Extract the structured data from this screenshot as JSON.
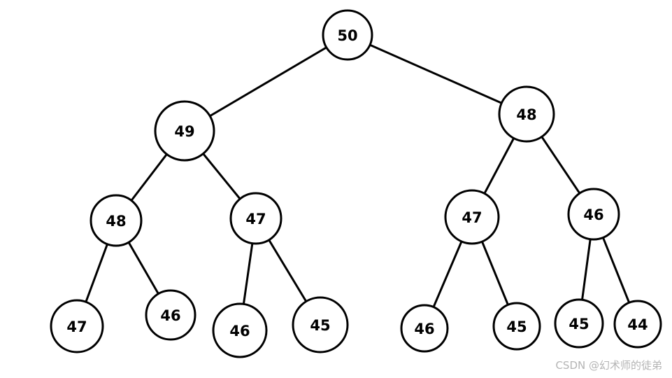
{
  "diagram": {
    "nodes": [
      {
        "id": "n0",
        "value": "50"
      },
      {
        "id": "n1",
        "value": "49"
      },
      {
        "id": "n2",
        "value": "48"
      },
      {
        "id": "n3",
        "value": "48"
      },
      {
        "id": "n4",
        "value": "47"
      },
      {
        "id": "n5",
        "value": "47"
      },
      {
        "id": "n6",
        "value": "46"
      },
      {
        "id": "n7",
        "value": "47"
      },
      {
        "id": "n8",
        "value": "46"
      },
      {
        "id": "n9",
        "value": "46"
      },
      {
        "id": "n10",
        "value": "45"
      },
      {
        "id": "n11",
        "value": "46"
      },
      {
        "id": "n12",
        "value": "45"
      },
      {
        "id": "n13",
        "value": "45"
      },
      {
        "id": "n14",
        "value": "44"
      }
    ],
    "edges": [
      [
        "n0",
        "n1"
      ],
      [
        "n0",
        "n2"
      ],
      [
        "n1",
        "n3"
      ],
      [
        "n1",
        "n4"
      ],
      [
        "n2",
        "n5"
      ],
      [
        "n2",
        "n6"
      ],
      [
        "n3",
        "n7"
      ],
      [
        "n3",
        "n8"
      ],
      [
        "n4",
        "n9"
      ],
      [
        "n4",
        "n10"
      ],
      [
        "n5",
        "n11"
      ],
      [
        "n5",
        "n12"
      ],
      [
        "n6",
        "n13"
      ],
      [
        "n6",
        "n14"
      ]
    ]
  },
  "watermark": "CSDN @幻术师的徒弟"
}
